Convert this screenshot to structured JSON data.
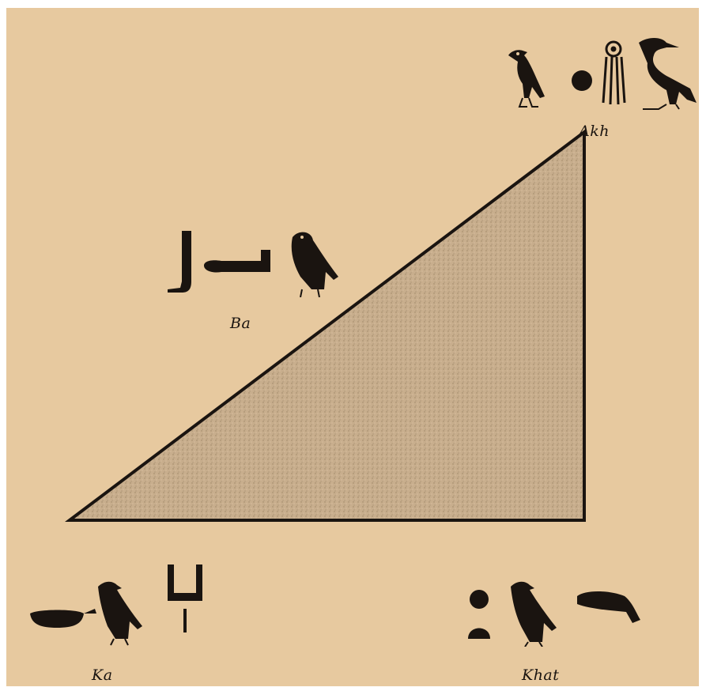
{
  "diagram": {
    "labels": {
      "akh": "Akh",
      "ba": "Ba",
      "ka": "Ka",
      "khat": "Khat"
    },
    "colors": {
      "background": "#e7c99f",
      "triangle_fill": "#c6ad8c",
      "ink": "#1a1410"
    }
  }
}
